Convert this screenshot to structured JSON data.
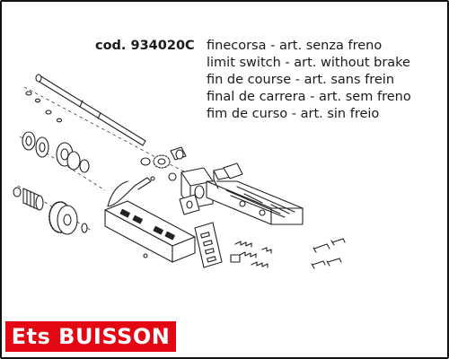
{
  "caption": {
    "code": "cod. 934020C",
    "lines": [
      "finecorsa - art. senza freno",
      "limit switch - art. without brake",
      "fin de course - art. sans frein",
      "final de carrera - art. sem freno",
      "fim de curso - art. sin freio"
    ]
  },
  "brand": {
    "label": "Ets BUISSON",
    "background": "#e30613",
    "text_color": "#ffffff"
  },
  "diagram": {
    "type": "exploded-parts-view",
    "highlighted_part": "limit-switch-module"
  }
}
